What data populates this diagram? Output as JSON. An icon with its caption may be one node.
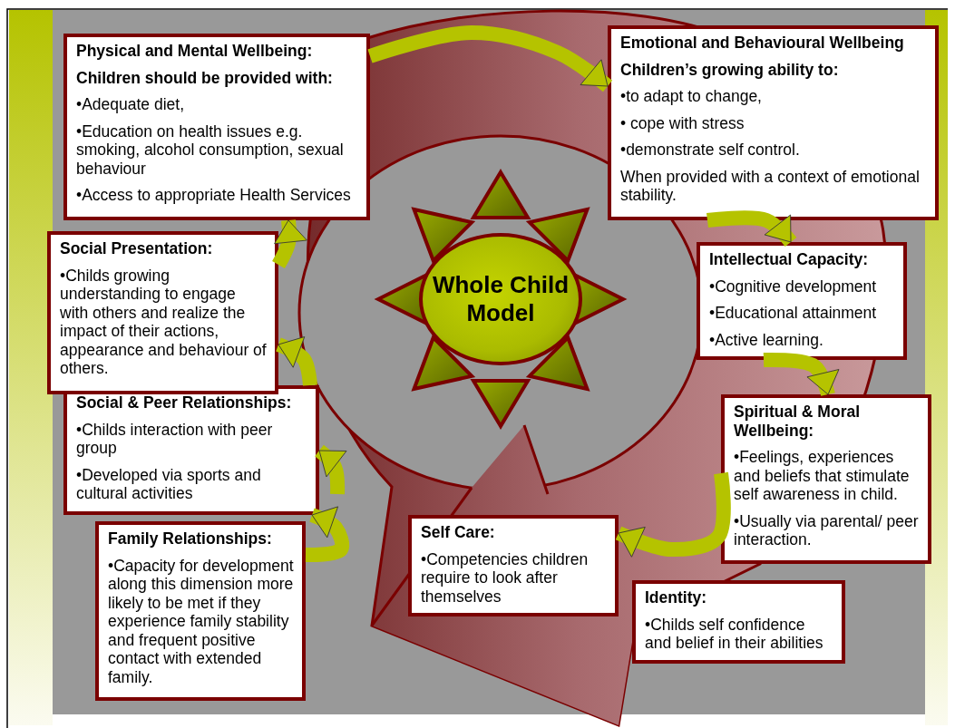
{
  "diagram": {
    "nodes": [
      {
        "text": [
          "Physical and Mental Wellbeing:",
          "Children should be provided with:",
          "•Adequate diet,",
          "•Education on health issues e.g. smoking, alcohol consumption, sexual behaviour",
          "•Access to appropriate Health Services"
        ]
      },
      {
        "text": [
          "Emotional and Behavioural Wellbeing",
          "Children’s growing ability to:",
          "•to adapt to change,",
          "• cope with stress",
          "•demonstrate self control.",
          "When provided with a context of emotional stability."
        ]
      },
      {
        "text": [
          "Intellectual Capacity:",
          "•Cognitive development",
          "•Educational attainment",
          "•Active learning."
        ]
      },
      {
        "text": [
          "Spiritual & Moral Wellbeing:",
          "•Feelings, experiences and beliefs that stimulate self awareness in child.",
          "•Usually via parental/ peer interaction."
        ]
      },
      {
        "text": [
          "Identity:",
          "•Childs self confidence and belief in their abilities"
        ]
      },
      {
        "text": [
          "Self Care:",
          "•Competencies children require to look after themselves"
        ]
      },
      {
        "text": [
          "Family Relationships:",
          "•Capacity for development along this dimension more likely to be met if they experience family stability and frequent positive contact with extended family."
        ]
      },
      {
        "text": [
          "Social & Peer Relationships:",
          "•Childs interaction with peer group",
          "•Developed via sports and cultural activities"
        ]
      },
      {
        "text": [
          "Social Presentation:",
          "•Childs growing understanding to engage with others and realize the impact of their actions, appearance and behaviour of others."
        ]
      },
      {
        "text": [
          "Whole Child Model"
        ]
      }
    ],
    "edges": [
      {
        "from": 0,
        "to": 1,
        "arrow": "to"
      },
      {
        "from": 1,
        "to": 2,
        "arrow": "to"
      },
      {
        "from": 2,
        "to": 3,
        "arrow": "to"
      },
      {
        "from": 3,
        "to": 5,
        "arrow": "to"
      },
      {
        "from": 6,
        "to": 7,
        "arrow": "to"
      },
      {
        "from": null,
        "to": 7,
        "arrow": "to"
      },
      {
        "from": 7,
        "to": 8,
        "arrow": "to"
      },
      {
        "from": 8,
        "to": 0,
        "arrow": "to"
      }
    ]
  }
}
